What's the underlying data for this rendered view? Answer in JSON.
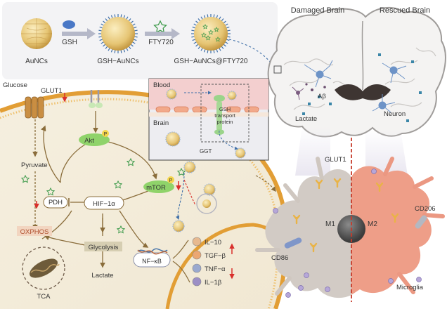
{
  "synthesis": {
    "aunc_label": "AuNCs",
    "gsh_label": "GSH",
    "gsh_aunc_label": "GSH−AuNCs",
    "fty_label": "FTY720",
    "gsh_aunc_fty_label": "GSH−AuNCs@FTY720"
  },
  "brain": {
    "damaged_title": "Damaged Brain",
    "rescued_title": "Rescued Brain",
    "abeta_label": "Aβ",
    "lactate_label": "Lactate",
    "neuron_label": "Neuron"
  },
  "bbb": {
    "blood_label": "Blood",
    "brain_label": "Brain",
    "transport_line1": "GSH",
    "transport_line2": "transport",
    "transport_line3": "protein",
    "ggt_label": "GGT"
  },
  "cell": {
    "glucose_label": "Glucose",
    "glut1_label": "GLUT1",
    "pyruvate_label": "Pyruvate",
    "pdh_label": "PDH",
    "oxphos_label": "OXPHOS",
    "tca_label": "TCA",
    "akt_label": "Akt",
    "p_label": "P",
    "mtor_label": "mTOR",
    "hif_label": "HIF−1α",
    "glycolysis_label": "Glycolysis",
    "lactate_label": "Lactate",
    "nfkb_label": "NF−κB"
  },
  "cytokines": [
    {
      "label": "IL−10",
      "color": "#e7b98f"
    },
    {
      "label": "TGF−β",
      "color": "#eba773"
    },
    {
      "label": "TNF−α",
      "color": "#9aa9cf"
    },
    {
      "label": "IL−1β",
      "color": "#9c8fc5"
    }
  ],
  "microglia": {
    "glut1_label": "GLUT1",
    "m1_label": "M1",
    "m2_label": "M2",
    "cd206_label": "CD206",
    "cd86_label": "CD86",
    "microglia_label": "Microglia"
  },
  "colors": {
    "gold": "#e9c97a",
    "cell_membrane": "#e7a43b",
    "cell_fill": "#f6f0e2",
    "red": "#d9302c",
    "blood": "#f3cfcf",
    "m1_fill": "#d2cbc5",
    "m2_fill": "#ee9e88"
  }
}
